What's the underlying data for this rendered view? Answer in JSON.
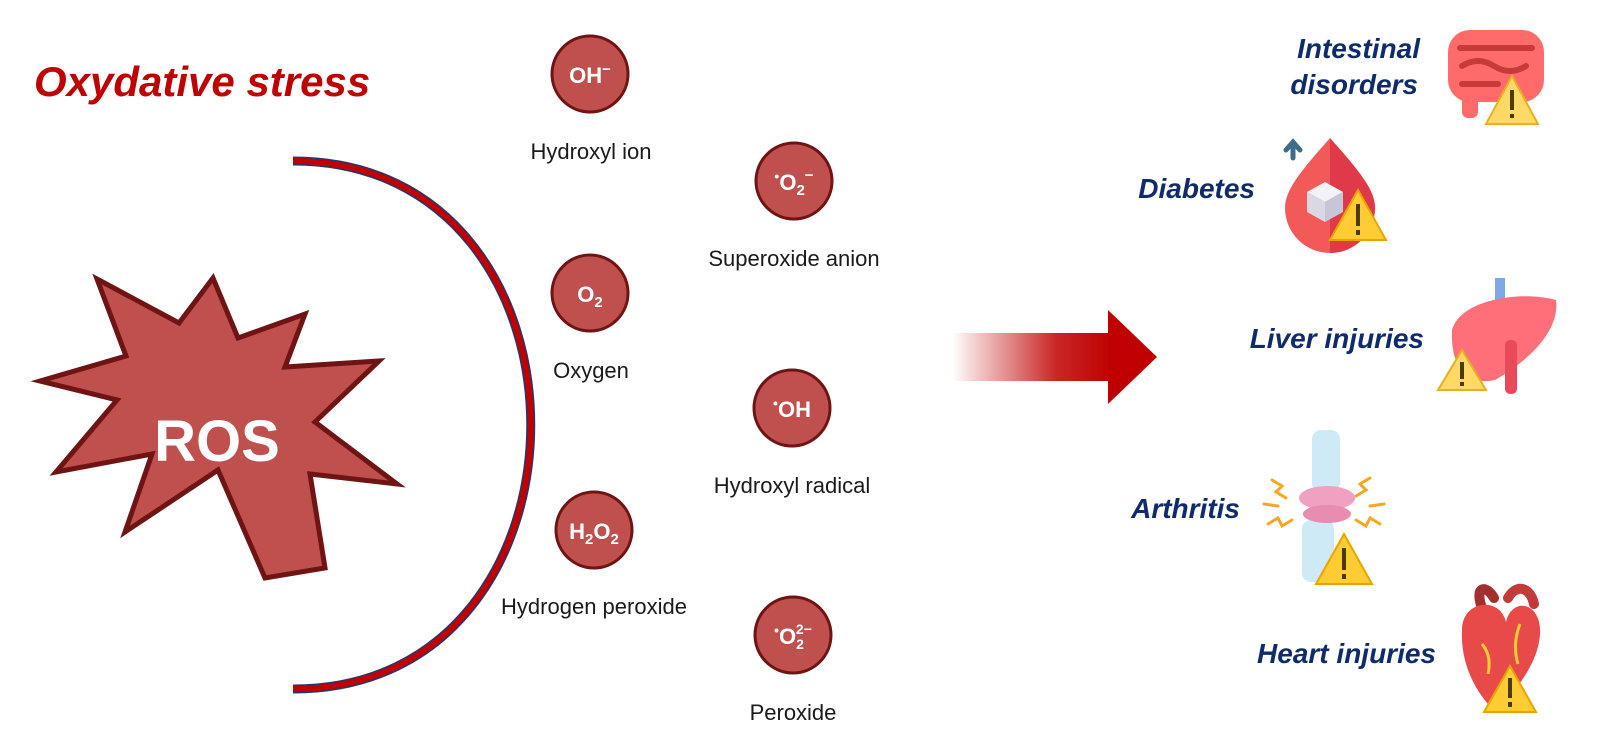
{
  "title": "Oxydative stress",
  "ros_label": "ROS",
  "colors": {
    "title": "#c00000",
    "molecule_fill": "#c0504d",
    "molecule_stroke": "#6e1414",
    "disease_text": "#0f2b6b",
    "arc": "#c00000",
    "arrow": "#c00000"
  },
  "molecules": {
    "hydroxyl_ion": {
      "formula": "OH",
      "sup": "−",
      "label": "Hydroxyl ion"
    },
    "superoxide_anion": {
      "pre": "•",
      "formula": "O",
      "sub": "2",
      "sup": "−",
      "label": "Superoxide anion"
    },
    "oxygen": {
      "formula": "O",
      "sub": "2",
      "label": "Oxygen"
    },
    "hydroxyl_radical": {
      "pre": "•",
      "formula": "OH",
      "label": "Hydroxyl radical"
    },
    "hydrogen_peroxide": {
      "h": "H",
      "h_sub": "2",
      "o": "O",
      "o_sub": "2",
      "label": "Hydrogen peroxide"
    },
    "peroxide": {
      "pre": "•",
      "formula": "O",
      "sub": "2",
      "sup": "2−",
      "label": "Peroxide"
    }
  },
  "diseases": {
    "intestinal": {
      "line1": "Intestinal",
      "line2": "disorders",
      "icon": "intestine-icon"
    },
    "diabetes": {
      "label": "Diabetes",
      "icon": "blood-sugar-icon"
    },
    "liver": {
      "label": "Liver injuries",
      "icon": "liver-icon"
    },
    "arthritis": {
      "label": "Arthritis",
      "icon": "knee-joint-icon"
    },
    "heart": {
      "label": "Heart injuries",
      "icon": "heart-icon"
    }
  }
}
